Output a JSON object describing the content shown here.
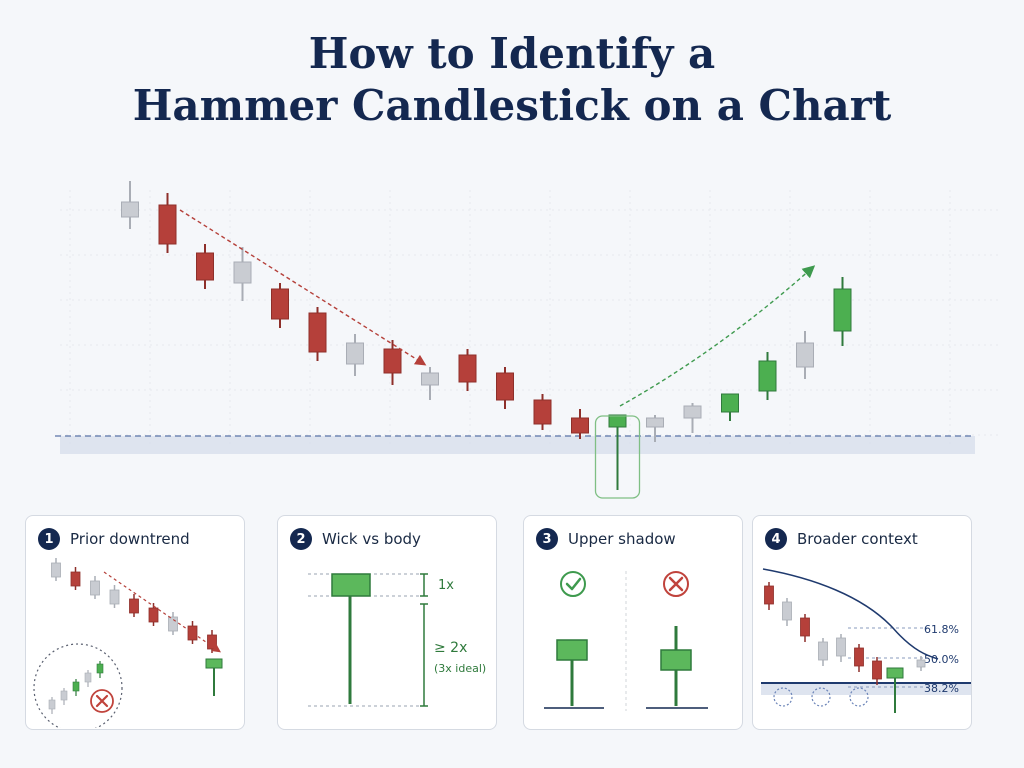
{
  "title": {
    "line1": "How to Identify a",
    "line2": "Hammer Candlestick on a Chart"
  },
  "colors": {
    "bearish": "#b5403a",
    "bullish": "#3e9a4e",
    "neutral": "#c9ccd2",
    "navy": "#142850",
    "arrow_red": "#b5403a",
    "arrow_green": "#3e9a4e"
  },
  "chart_data": {
    "type": "candlestick",
    "candles": [
      {
        "o": 81,
        "h": 88,
        "l": 72,
        "c": 76,
        "kind": "neutral"
      },
      {
        "o": 80,
        "h": 84,
        "l": 64,
        "c": 67,
        "kind": "bearish"
      },
      {
        "o": 64,
        "h": 67,
        "l": 52,
        "c": 55,
        "kind": "bearish"
      },
      {
        "o": 61,
        "h": 66,
        "l": 48,
        "c": 54,
        "kind": "neutral"
      },
      {
        "o": 52,
        "h": 54,
        "l": 39,
        "c": 42,
        "kind": "bearish"
      },
      {
        "o": 44,
        "h": 46,
        "l": 28,
        "c": 31,
        "kind": "bearish"
      },
      {
        "o": 34,
        "h": 37,
        "l": 23,
        "c": 27,
        "kind": "neutral"
      },
      {
        "o": 32,
        "h": 35,
        "l": 20,
        "c": 24,
        "kind": "bearish"
      },
      {
        "o": 24,
        "h": 26,
        "l": 15,
        "c": 20,
        "kind": "neutral"
      },
      {
        "o": 30,
        "h": 32,
        "l": 18,
        "c": 21,
        "kind": "bearish"
      },
      {
        "o": 24,
        "h": 26,
        "l": 12,
        "c": 15,
        "kind": "bearish"
      },
      {
        "o": 15,
        "h": 17,
        "l": 5,
        "c": 7,
        "kind": "bearish"
      },
      {
        "o": 9,
        "h": 12,
        "l": 2,
        "c": 4,
        "kind": "bearish"
      },
      {
        "o": 6,
        "h": 7,
        "l": -15,
        "c": 10,
        "kind": "hammer"
      },
      {
        "o": 6,
        "h": 10,
        "l": 1,
        "c": 9,
        "kind": "neutral"
      },
      {
        "o": 9,
        "h": 14,
        "l": 4,
        "c": 13,
        "kind": "neutral"
      },
      {
        "o": 11,
        "h": 16,
        "l": 8,
        "c": 17,
        "kind": "bullish"
      },
      {
        "o": 18,
        "h": 31,
        "l": 15,
        "c": 28,
        "kind": "bullish"
      },
      {
        "o": 26,
        "h": 38,
        "l": 22,
        "c": 34,
        "kind": "neutral"
      },
      {
        "o": 38,
        "h": 56,
        "l": 33,
        "c": 52,
        "kind": "bullish"
      }
    ],
    "support_level": 3
  },
  "cards": [
    {
      "num": "1",
      "title": "Prior downtrend"
    },
    {
      "num": "2",
      "title": "Wick vs body",
      "label_body": "1x",
      "label_wick": "≥ 2x",
      "label_ideal": "(3x ideal)"
    },
    {
      "num": "3",
      "title": "Upper shadow"
    },
    {
      "num": "4",
      "title": "Broader context",
      "fib": [
        "61.8%",
        "50.0%",
        "38.2%"
      ]
    }
  ]
}
